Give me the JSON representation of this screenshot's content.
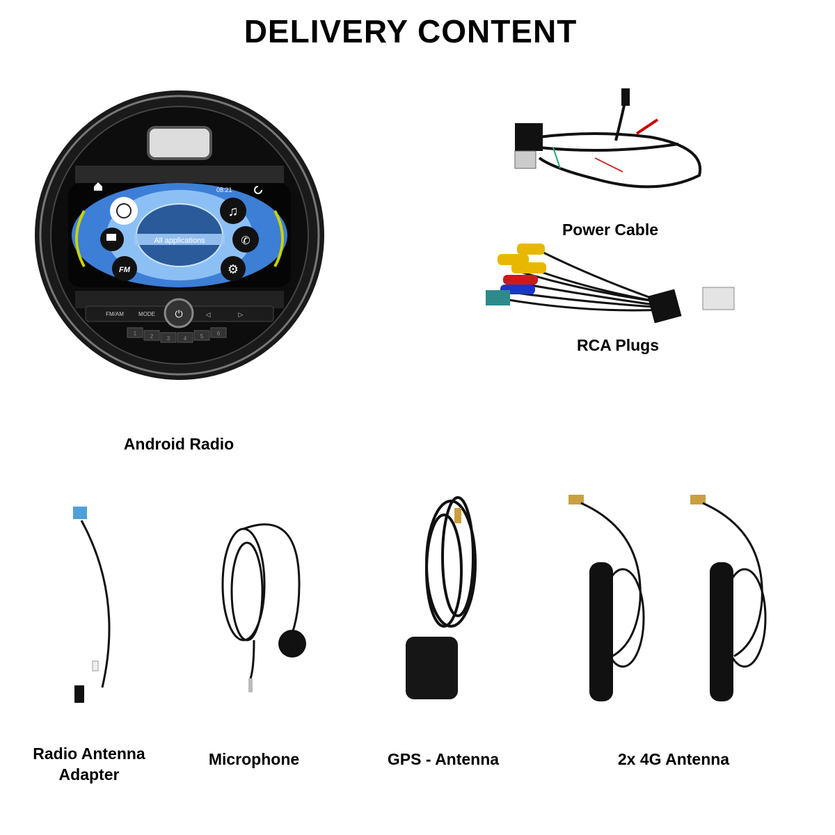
{
  "title": "DELIVERY CONTENT",
  "items": [
    {
      "label": "Android Radio"
    },
    {
      "label": "Power Cable"
    },
    {
      "label": "RCA Plugs"
    },
    {
      "label_line1": "Radio Antenna",
      "label_line2": "Adapter"
    },
    {
      "label": "Microphone"
    },
    {
      "label": "GPS - Antenna"
    },
    {
      "label": "2x 4G Antenna"
    }
  ],
  "radio_screen": {
    "time": "08:21",
    "center_label": "All applications",
    "fm_badge": "FM",
    "buttons": [
      "FM/AM",
      "MODE"
    ],
    "presets": [
      "1",
      "2",
      "3",
      "4",
      "5",
      "6"
    ]
  },
  "colors": {
    "screen_blue": "#3d7fd6",
    "light_blue": "#8cc0f5",
    "bezel": "#111111"
  }
}
